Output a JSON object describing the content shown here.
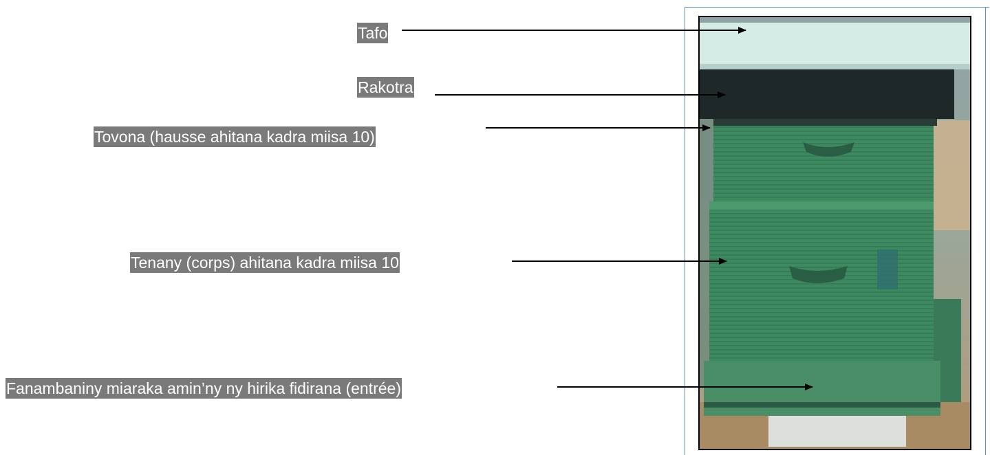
{
  "labels": {
    "tafo": "Tafo",
    "rakotra": "Rakotra",
    "tovona": "Tovona (hausse ahitana kadra miisa 10)",
    "tenany": "Tenany (corps)  ahitana kadra miisa 10",
    "fanambaniny": "Fanambaniny miaraka amin’ny ny hirika fidirana (entrée)"
  },
  "colors": {
    "label_bg": "#7a7a7a",
    "hive_green": "#3f8a62",
    "roof": "#d2e8e4",
    "cover": "#1f2a2b",
    "frame_border": "#5b8fc9"
  }
}
